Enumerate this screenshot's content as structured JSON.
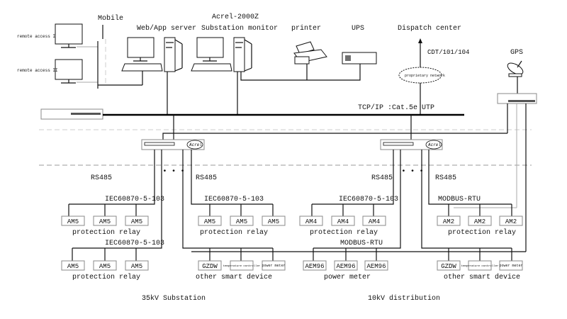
{
  "top": {
    "mobile": "Mobile",
    "remote_access_1": "remote access I",
    "remote_access_2": "remote access II",
    "web_app_server": "Web/App server",
    "acrel_title": "Acrel-2000Z",
    "substation_monitor": "Substation monitor",
    "printer": "printer",
    "ups": "UPS",
    "dispatch_center": "Dispatch center",
    "protocol": "CDT/101/104",
    "cloud": "proprietary network",
    "gps": "GPS",
    "bus_label": "TCP/IP :Cat.5e UTP",
    "switch_brand": "Acrel"
  },
  "left": {
    "rs485_a": "RS485",
    "rs485_b": "RS485",
    "group1": {
      "protocol": "IEC60870-5-103",
      "devices": [
        "AM5",
        "AM5",
        "AM5"
      ],
      "caption": "protection relay"
    },
    "group2": {
      "protocol": "IEC60870-5-103",
      "devices": [
        "AM5",
        "AM5",
        "AM5"
      ],
      "caption": "protection relay"
    },
    "group3": {
      "protocol": "IEC60870-5-103",
      "devices": [
        "AM5",
        "AM5",
        "AM5"
      ],
      "caption": "protection relay"
    },
    "group4": {
      "devices": [
        "GZDW",
        "temperature controller",
        "power meter"
      ],
      "caption": "other smart device"
    },
    "section": "35kV Substation"
  },
  "right": {
    "rs485_a": "RS485",
    "rs485_b": "RS485",
    "group1": {
      "protocol": "IEC60870-5-103",
      "devices": [
        "AM4",
        "AM4",
        "AM4"
      ],
      "caption": "protection relay"
    },
    "group2": {
      "protocol": "MODBUS-RTU",
      "devices": [
        "AEM96",
        "AEM96",
        "AEM96"
      ],
      "caption": "power meter"
    },
    "group3": {
      "protocol": "MODBUS-RTU",
      "devices": [
        "AM2",
        "AM2",
        "AM2"
      ],
      "caption": "protection relay"
    },
    "group4": {
      "devices": [
        "GZDW",
        "temperature controller",
        "power meter"
      ],
      "caption": "other smart device"
    },
    "section": "10kV distribution"
  },
  "ellipsis": "• • •"
}
